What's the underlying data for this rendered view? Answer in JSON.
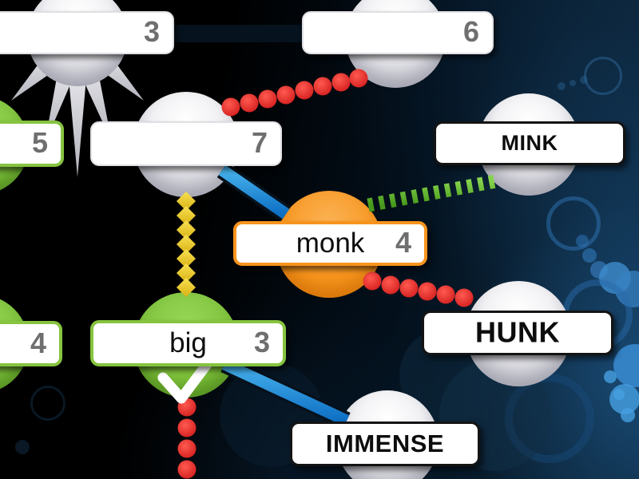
{
  "game": {
    "name": "word-connection-puzzle-board",
    "checkmark_meaning": "solved-word-indicator"
  },
  "boxes": {
    "top_left": {
      "number": "3"
    },
    "top_right": {
      "number": "6"
    },
    "left_upper": {
      "number": "5"
    },
    "center_upper": {
      "number": "7"
    },
    "mink": {
      "word": "MINK"
    },
    "monk": {
      "word": "monk",
      "number": "4"
    },
    "left_lower": {
      "number": "4"
    },
    "big": {
      "word": "big",
      "number": "3"
    },
    "hunk": {
      "word": "HUNK"
    },
    "immense": {
      "word": "IMMENSE"
    }
  },
  "icons": {
    "check": "✓"
  },
  "colors": {
    "blue_connector": "#1e8fd5",
    "red_connector": "#e5302c",
    "green_connector": "#62bb2d",
    "yellow_connector": "#f0ce25",
    "orange_node": "#f7941d",
    "green_node": "#7fc23c",
    "white_node": "#e8e8ee",
    "box_border_green": "#86c440",
    "box_border_orange": "#f7941d",
    "box_border_dark": "#141414",
    "number_text": "#6f6f6f",
    "word_text": "#0d0d0d"
  }
}
